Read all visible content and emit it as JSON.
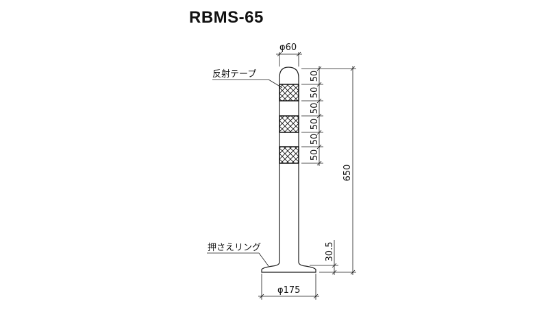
{
  "title": "RBMS-65",
  "labels": {
    "reflective_tape": "反射テープ",
    "holding_ring": "押さえリング"
  },
  "dimensions": {
    "top_diameter": "φ60",
    "segments": [
      "50",
      "50",
      "50",
      "50",
      "50",
      "50"
    ],
    "total_height": "650",
    "ring_height": "30.5",
    "base_diameter": "φ175"
  },
  "colors": {
    "line": "#1a1a1a",
    "tape_fill": "#2b2b2b"
  }
}
